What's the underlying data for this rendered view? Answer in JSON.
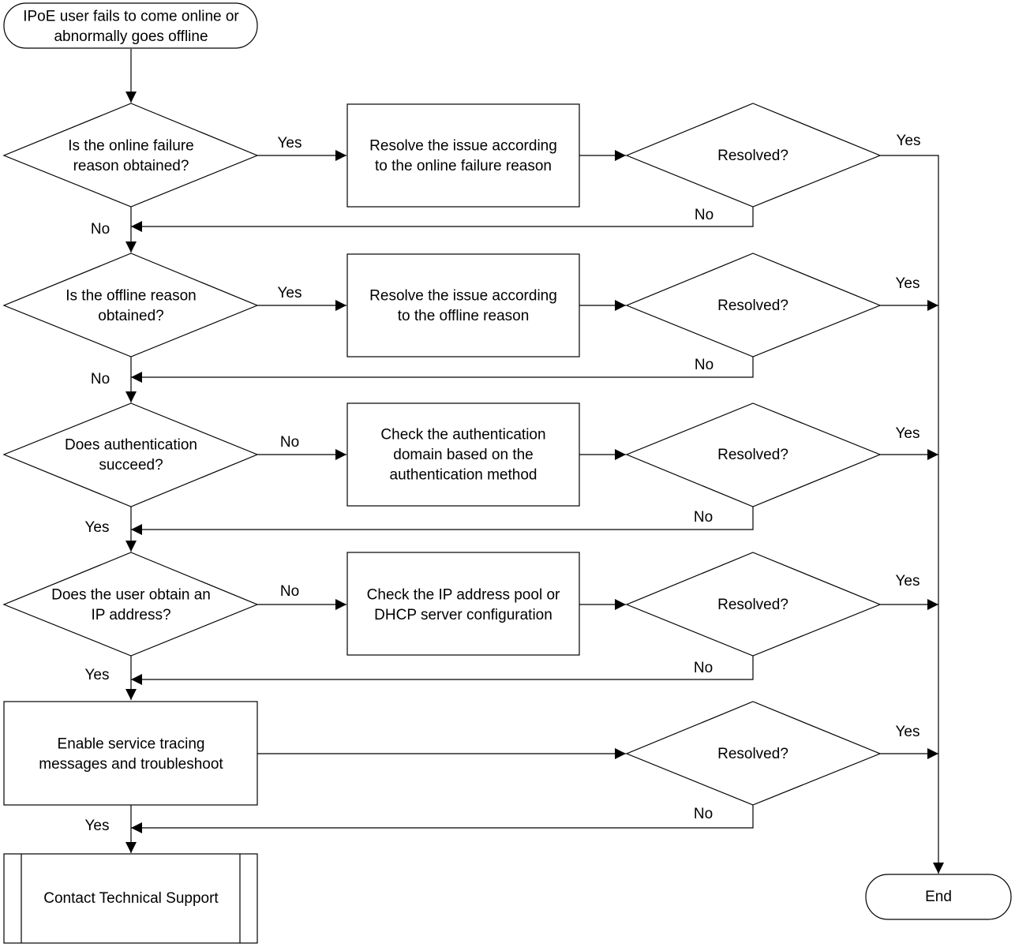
{
  "colors": {
    "stroke": "#000000",
    "fill": "#ffffff",
    "text": "#000000"
  },
  "start": {
    "lines": [
      "IPoE user fails to come online or",
      "abnormally goes offline"
    ]
  },
  "decisions": {
    "d1": {
      "lines": [
        "Is the online failure",
        "reason obtained?"
      ]
    },
    "d2": {
      "lines": [
        "Is the offline reason",
        "obtained?"
      ]
    },
    "d3": {
      "lines": [
        "Does authentication",
        "succeed?"
      ]
    },
    "d4": {
      "lines": [
        "Does the user obtain an",
        "IP address?"
      ]
    },
    "r1": {
      "lines": [
        "Resolved?"
      ]
    },
    "r2": {
      "lines": [
        "Resolved?"
      ]
    },
    "r3": {
      "lines": [
        "Resolved?"
      ]
    },
    "r4": {
      "lines": [
        "Resolved?"
      ]
    },
    "r5": {
      "lines": [
        "Resolved?"
      ]
    }
  },
  "processes": {
    "p1": {
      "lines": [
        "Resolve the issue according",
        "to the online failure reason"
      ]
    },
    "p2": {
      "lines": [
        "Resolve the issue according",
        "to the offline reason"
      ]
    },
    "p3": {
      "lines": [
        "Check the authentication",
        "domain based on the",
        "authentication method"
      ]
    },
    "p4": {
      "lines": [
        "Check the IP address pool or",
        "DHCP server configuration"
      ]
    },
    "p5": {
      "lines": [
        "Enable service tracing",
        "messages and troubleshoot"
      ]
    }
  },
  "support": {
    "lines": [
      "Contact Technical Support"
    ]
  },
  "end": {
    "lines": [
      "End"
    ]
  },
  "edge_labels": {
    "yes": "Yes",
    "no": "No"
  }
}
